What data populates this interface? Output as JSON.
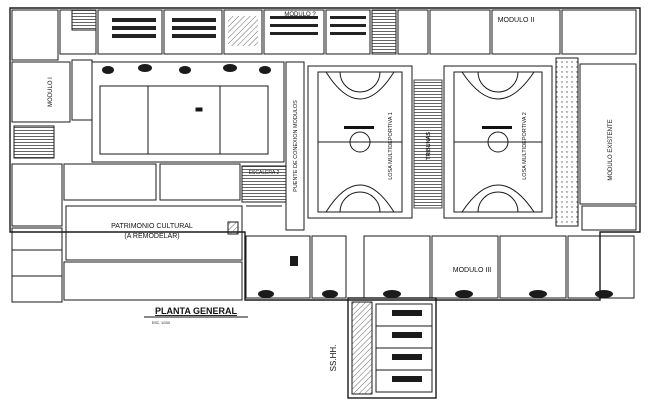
{
  "title": "PLANTA GENERAL",
  "scale_note": "ESC. 1/100",
  "rooms": {
    "modulo_i": "MODULO I",
    "modulo_ii": "MODULO II",
    "modulo_iii": "MODULO III",
    "modulo_top": "MODULO ?",
    "modulo_existente": "MODULO EXISTENTE",
    "patrimonio_line1": "PATRIMONIO CULTURAL",
    "patrimonio_line2": "(A REMODELAR)",
    "escalera": "ESCALERA 2",
    "puente": "PUENTE DE CONEXION MODULOS",
    "losa_1": "LOSA MULTIDEPORTIVA 1",
    "losa_2": "LOSA MULTIDEPORTIVA 2",
    "tribunas": "TRIBUNAS",
    "sshh": "SS.HH."
  },
  "colors": {
    "line": "#1a1a1a",
    "hatch": "#333333",
    "background": "#ffffff"
  }
}
